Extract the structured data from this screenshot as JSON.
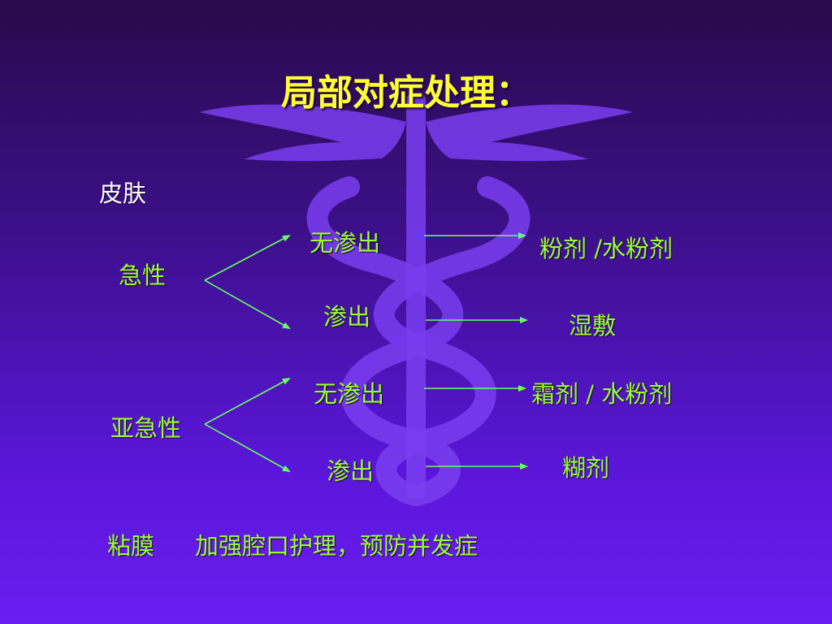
{
  "slide": {
    "title": "局部对症处理：",
    "skin_label": "皮肤",
    "acute": {
      "label": "急性",
      "branch1": {
        "condition": "无渗出",
        "treatment": "粉剂 /水粉剂"
      },
      "branch2": {
        "condition": "渗出",
        "treatment": "湿敷"
      }
    },
    "subacute": {
      "label": "亚急性",
      "branch1": {
        "condition": "无渗出",
        "treatment": "霜剂 / 水粉剂"
      },
      "branch2": {
        "condition": "渗出",
        "treatment": "糊剂"
      }
    },
    "mucosa_label": "粘膜",
    "mucosa_text": "加强腔口护理，预防并发症"
  },
  "colors": {
    "title": "#ffff33",
    "text_green": "#99ff33",
    "text_white": "#ffffff",
    "line": "#66ff66",
    "emblem": "#7a3ef0"
  }
}
